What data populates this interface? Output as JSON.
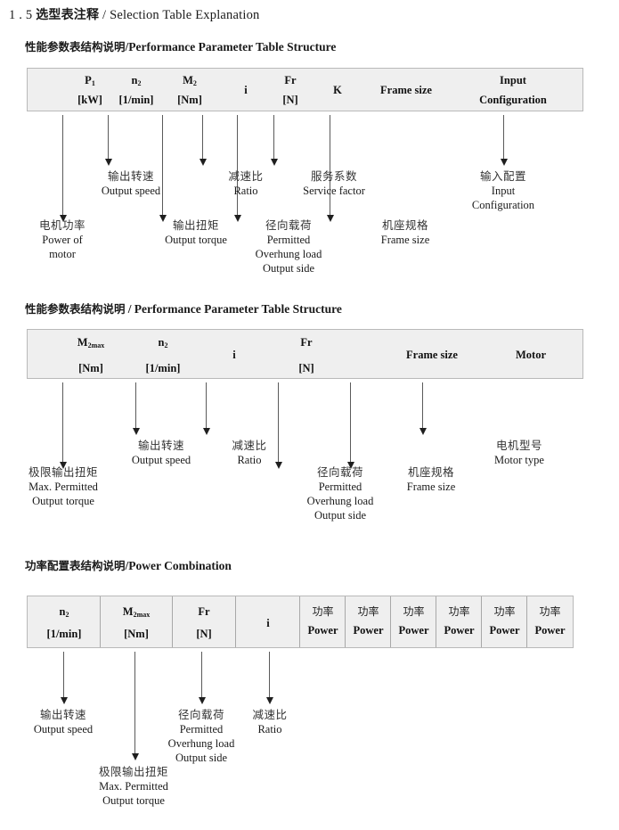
{
  "doc": {
    "number": "1 . 5",
    "title_cn": "选型表注释",
    "sep": "/",
    "title_en": "Selection Table Explanation"
  },
  "sections": [
    {
      "title_cn": "性能参数表结构说明",
      "title_sep": "/",
      "title_en": "Performance Parameter Table Structure",
      "table": {
        "columns": [
          {
            "line1": "P",
            "line1_sub": "1",
            "line2": "[kW]"
          },
          {
            "line1": "n",
            "line1_sub": "2",
            "line2": "[1/min]"
          },
          {
            "line1": "M",
            "line1_sub": "2",
            "line2": "[Nm]"
          },
          {
            "line1": "i",
            "line1_sub": "",
            "line2": ""
          },
          {
            "line1": "Fr",
            "line1_sub": "",
            "line2": "[N]"
          },
          {
            "line1": "K",
            "line1_sub": "",
            "line2": ""
          },
          {
            "line1": "Frame size",
            "line1_sub": "",
            "line2": ""
          },
          {
            "line1": "Input",
            "line1_sub": "",
            "line2": "Configuration"
          }
        ]
      },
      "annotations": [
        {
          "cn": "电机功率",
          "en": [
            "Power of",
            "motor"
          ]
        },
        {
          "cn": "输出转速",
          "en": [
            "Output speed"
          ]
        },
        {
          "cn": "输出扭矩",
          "en": [
            "Output torque"
          ]
        },
        {
          "cn": "减速比",
          "en": [
            "Ratio"
          ]
        },
        {
          "cn": "径向载荷",
          "en": [
            "Permitted",
            "Overhung load",
            "Output side"
          ]
        },
        {
          "cn": "服务系数",
          "en": [
            "Service factor"
          ]
        },
        {
          "cn": "机座规格",
          "en": [
            "Frame size"
          ]
        },
        {
          "cn": "输入配置",
          "en": [
            "Input",
            "Configuration"
          ]
        }
      ]
    },
    {
      "title_cn": "性能参数表结构说明",
      "title_sep": "/",
      "title_en": "Performance Parameter Table Structure",
      "table": {
        "columns": [
          {
            "line1": "M",
            "line1_sub": "2max",
            "line2": "[Nm]"
          },
          {
            "line1": "n",
            "line1_sub": "2",
            "line2": "[1/min]"
          },
          {
            "line1": "i",
            "line1_sub": "",
            "line2": ""
          },
          {
            "line1": "Fr",
            "line1_sub": "",
            "line2": "[N]"
          },
          {
            "line1": "Frame size",
            "line1_sub": "",
            "line2": ""
          },
          {
            "line1": "Motor",
            "line1_sub": "",
            "line2": ""
          }
        ]
      },
      "annotations": [
        {
          "cn": "极限输出扭矩",
          "en": [
            "Max. Permitted",
            "Output  torque"
          ]
        },
        {
          "cn": "输出转速",
          "en": [
            "Output speed"
          ]
        },
        {
          "cn": "减速比",
          "en": [
            "Ratio"
          ]
        },
        {
          "cn": "径向载荷",
          "en": [
            "Permitted",
            "Overhung load",
            "Output side"
          ]
        },
        {
          "cn": "机座规格",
          "en": [
            "Frame size"
          ]
        },
        {
          "cn": "电机型号",
          "en": [
            "Motor type"
          ]
        }
      ]
    },
    {
      "title_cn": "功率配置表结构说明",
      "title_sep": "/",
      "title_en": "Power Combination",
      "table": {
        "columns": [
          {
            "line1": "n",
            "line1_sub": "2",
            "line2": "[1/min]"
          },
          {
            "line1": "M",
            "line1_sub": "2max",
            "line2": "[Nm]"
          },
          {
            "line1": "Fr",
            "line1_sub": "",
            "line2": "[N]"
          },
          {
            "line1": "i",
            "line1_sub": "",
            "line2": ""
          },
          {
            "line1_cn": "功率",
            "line2": "Power"
          },
          {
            "line1_cn": "功率",
            "line2": "Power"
          },
          {
            "line1_cn": "功率",
            "line2": "Power"
          },
          {
            "line1_cn": "功率",
            "line2": "Power"
          },
          {
            "line1_cn": "功率",
            "line2": "Power"
          },
          {
            "line1_cn": "功率",
            "line2": "Power"
          }
        ]
      },
      "annotations": [
        {
          "cn": "输出转速",
          "en": [
            "Output speed"
          ]
        },
        {
          "cn": "极限输出扭矩",
          "en": [
            "Max. Permitted",
            "Output  torque"
          ]
        },
        {
          "cn": "径向载荷",
          "en": [
            "Permitted",
            "Overhung load",
            "Output side"
          ]
        },
        {
          "cn": "减速比",
          "en": [
            "Ratio"
          ]
        }
      ]
    }
  ],
  "colors": {
    "table_fill": "#efefef",
    "table_border": "#b9b9b9",
    "arrow": "#1f1f1f",
    "text": "#1a1a1a"
  }
}
